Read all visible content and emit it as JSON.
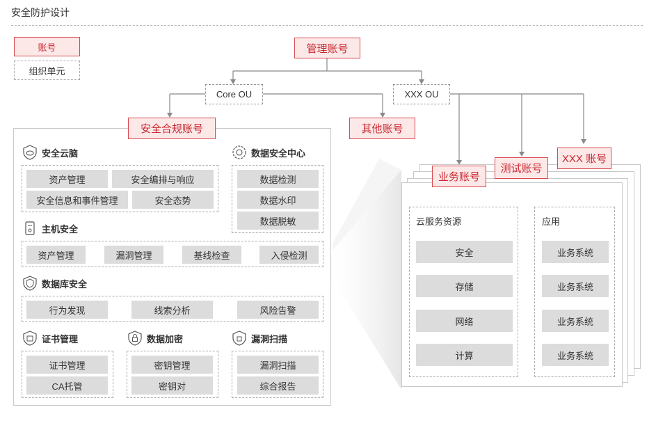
{
  "title": "安全防护设计",
  "legend": {
    "account": "账号",
    "ou": "组织单元"
  },
  "master": "管理账号",
  "core_ou": "Core OU",
  "xxx_ou": "XXX OU",
  "other_account": "其他账号",
  "compliance": {
    "label": "安全合规账号",
    "brain": {
      "title": "安全云脑",
      "items": [
        "资产管理",
        "安全编排与响应",
        "安全信息和事件管理",
        "安全态势"
      ]
    },
    "data_center": {
      "title": "数据安全中心",
      "items": [
        "数据检测",
        "数据水印",
        "数据脱敏"
      ]
    },
    "host": {
      "title": "主机安全",
      "items": [
        "资产管理",
        "漏洞管理",
        "基线检查",
        "入侵检测"
      ]
    },
    "db": {
      "title": "数据库安全",
      "items": [
        "行为发现",
        "线索分析",
        "风险告警"
      ]
    },
    "cert": {
      "title": "证书管理",
      "items": [
        "证书管理",
        "CA托管"
      ]
    },
    "encrypt": {
      "title": "数据加密",
      "items": [
        "密钥管理",
        "密钥对"
      ]
    },
    "scan": {
      "title": "漏洞扫描",
      "items": [
        "漏洞扫描",
        "综合报告"
      ]
    }
  },
  "business": {
    "label": "业务账号",
    "test_label": "测试账号",
    "xxx_label": "XXX 账号",
    "cloud": {
      "title": "云服务资源",
      "items": [
        "安全",
        "存储",
        "网络",
        "计算"
      ]
    },
    "app": {
      "title": "应用",
      "items": [
        "业务系统",
        "业务系统",
        "业务系统",
        "业务系统"
      ]
    }
  },
  "colors": {
    "accent": "#d8474e",
    "accent_bg": "#fde8e8",
    "gray_btn": "#dcdcdc"
  }
}
